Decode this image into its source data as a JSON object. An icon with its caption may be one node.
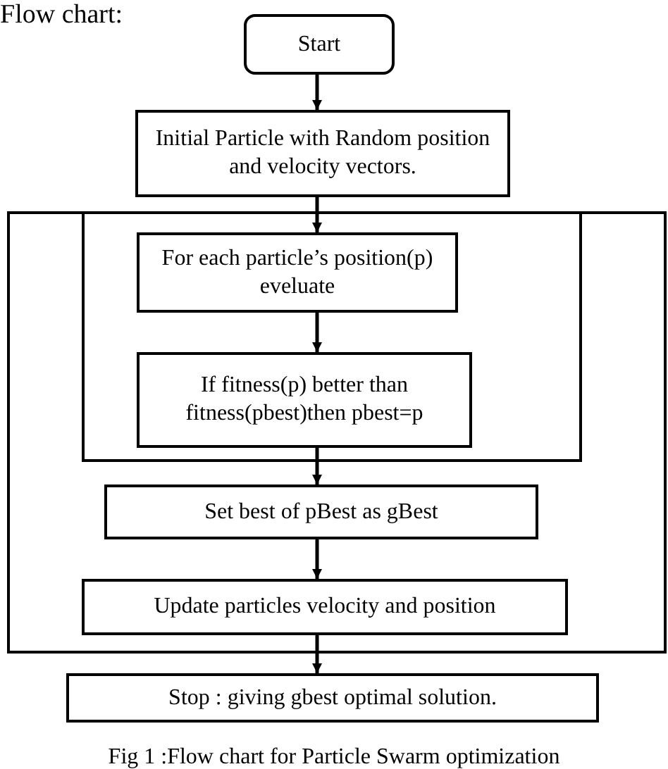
{
  "diagram": {
    "title": "Flow chart:",
    "caption": "Fig 1 :Flow chart for Particle Swarm optimization",
    "nodes": [
      {
        "text": [
          "Start"
        ]
      },
      {
        "text": [
          "Initial Particle with Random position and velocity vectors."
        ]
      },
      {
        "text": [],
        "shape": "box"
      },
      {
        "text": [],
        "shape": "box",
        "in": 2
      },
      {
        "text": [
          "For each particle’s position(p) eveluate"
        ],
        "in": 3
      },
      {
        "text": [
          "If fitness(p) better than fitness(pbest)then pbest=p"
        ],
        "in": 3
      },
      {
        "text": [
          "Set best of pBest as gBest"
        ],
        "in": 2
      },
      {
        "text": [
          "Update particles velocity and position"
        ],
        "in": 2
      },
      {
        "text": [
          "Stop : giving gbest optimal solution."
        ]
      }
    ],
    "edges": [
      {
        "from": 0,
        "to": 1,
        "arrow": "to"
      },
      {
        "from": 1,
        "to": 4,
        "arrow": "to"
      },
      {
        "from": 4,
        "to": 5,
        "arrow": "to"
      },
      {
        "from": 5,
        "to": 6,
        "arrow": "to"
      },
      {
        "from": 6,
        "to": 7,
        "arrow": "to"
      },
      {
        "from": 7,
        "to": 8,
        "arrow": "to"
      }
    ]
  }
}
